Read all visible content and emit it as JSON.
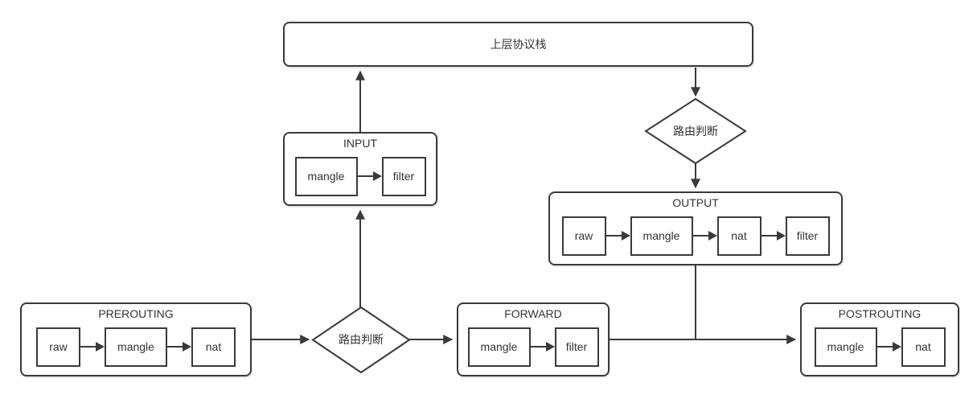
{
  "diagram": {
    "protocol_stack": {
      "label": "上层协议栈"
    },
    "routing_decision_right": {
      "label": "路由判断"
    },
    "routing_decision_middle": {
      "label": "路由判断"
    },
    "chains": {
      "input": {
        "title": "INPUT",
        "tables": [
          "mangle",
          "filter"
        ]
      },
      "output": {
        "title": "OUTPUT",
        "tables": [
          "raw",
          "mangle",
          "nat",
          "filter"
        ]
      },
      "prerouting": {
        "title": "PREROUTING",
        "tables": [
          "raw",
          "mangle",
          "nat"
        ]
      },
      "forward": {
        "title": "FORWARD",
        "tables": [
          "mangle",
          "filter"
        ]
      },
      "postrouting": {
        "title": "POSTROUTING",
        "tables": [
          "mangle",
          "nat"
        ]
      }
    },
    "colors": {
      "line": "#3a3a3a",
      "text": "#333333",
      "background": "#ffffff"
    }
  }
}
